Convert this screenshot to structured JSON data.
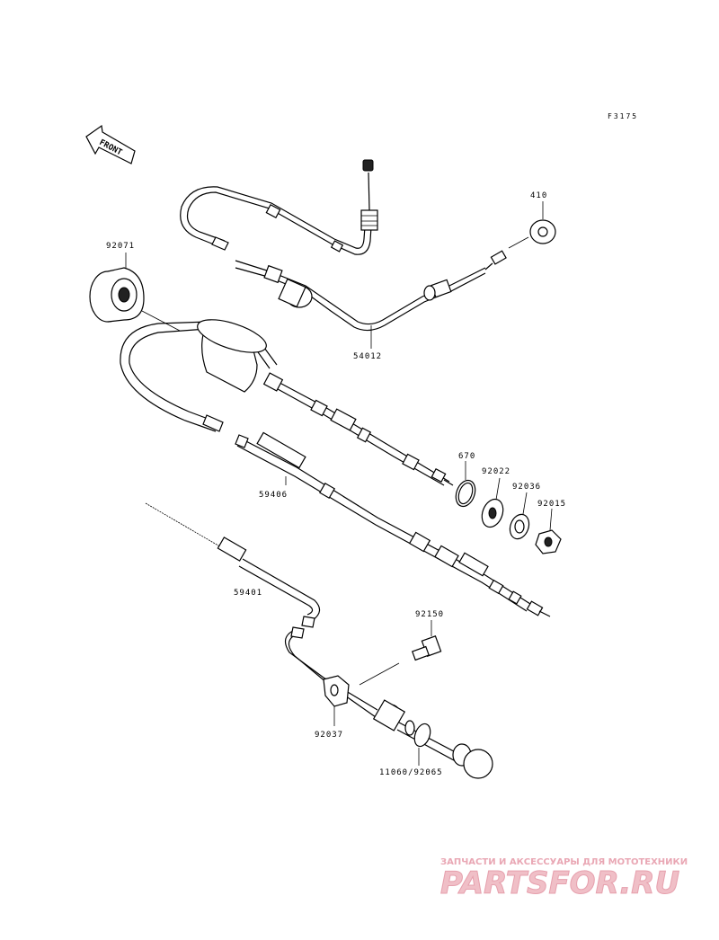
{
  "figure_code": "F3175",
  "front_label": "FRONT",
  "parts": {
    "p410": "410",
    "p54012": "54012",
    "p92071": "92071",
    "p670": "670",
    "p92022": "92022",
    "p92036": "92036",
    "p92015": "92015",
    "p59406": "59406",
    "p59401": "59401",
    "p92150": "92150",
    "p92037": "92037",
    "p11060": "11060/92065"
  },
  "watermark": {
    "tagline": "ЗАПЧАСТИ И АКСЕССУАРЫ ДЛЯ МОТОТЕХНИКИ",
    "brand": "PARTSFOR.RU"
  }
}
